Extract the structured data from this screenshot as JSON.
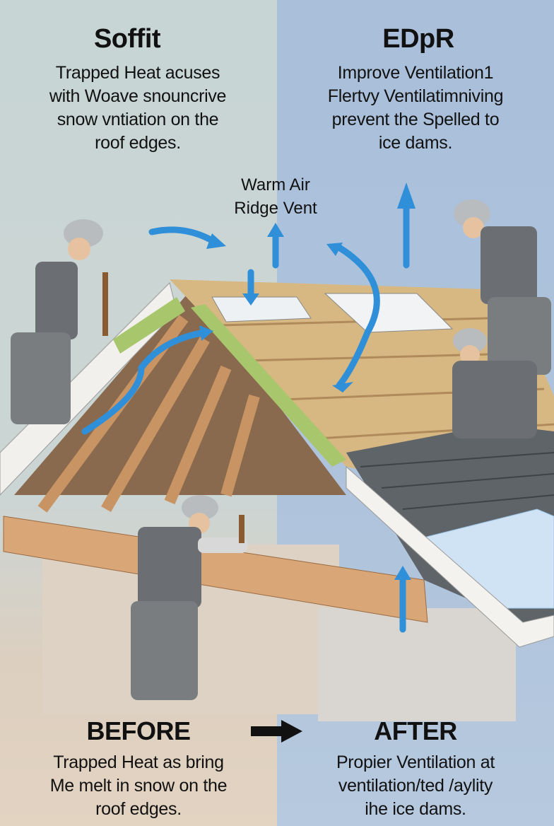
{
  "top_left": {
    "title": "Soffit",
    "lines": [
      "Trapped Heat acuses",
      "with Woave snouncrive",
      "snow vntiation on the",
      "roof edges."
    ]
  },
  "top_right": {
    "title": "EDpR",
    "lines": [
      "Improve Ventilation1",
      "Flertvy Ventilatimniving",
      "prevent the Spelled to",
      "ice dams."
    ]
  },
  "center_label": {
    "lines": [
      "Warm Air",
      "Ridge Vent"
    ]
  },
  "bottom_left": {
    "title": "BEFORE",
    "lines": [
      "Trapped Heat as bring",
      "Me melt in snow on the",
      "roof edges."
    ]
  },
  "bottom_right": {
    "title": "AFTER",
    "lines": [
      "Propier Ventilation at",
      "ventilation/ted /aylity",
      "ihe ice dams."
    ]
  },
  "colors": {
    "left_bg": "#c8d5d5",
    "right_bg": "#a9bfda",
    "bottom_left_bg": "#e3d3c1",
    "arrow_blue": "#2f8fd8",
    "wood": "#d9a777",
    "insulation": "#a8c66c",
    "shingles": "#5f6468"
  }
}
